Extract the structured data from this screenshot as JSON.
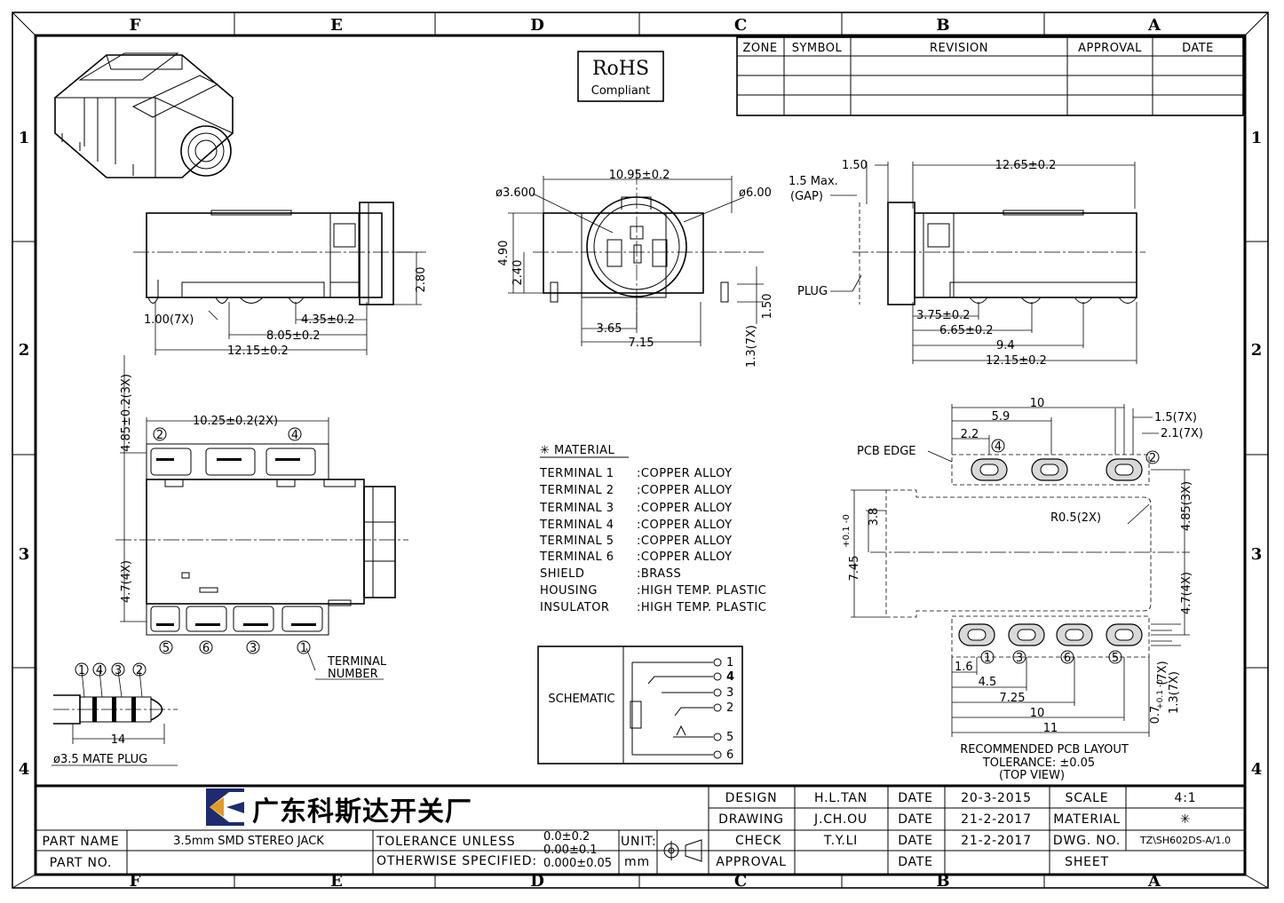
{
  "zones": {
    "columns": [
      "F",
      "E",
      "D",
      "C",
      "B",
      "A"
    ],
    "rows": [
      "1",
      "2",
      "3",
      "4"
    ]
  },
  "revision_table": {
    "headers": [
      "ZONE",
      "SYMBOL",
      "REVISION",
      "APPROVAL",
      "DATE"
    ]
  },
  "rohs": {
    "line1": "RoHS",
    "line2": "Compliant"
  },
  "dimensions": {
    "side": {
      "d280": "2.80",
      "d100": "1.00(7X)",
      "d435": "4.35±0.2",
      "d805": "8.05±0.2",
      "d1215": "12.15±0.2"
    },
    "front": {
      "d1095": "10.95±0.2",
      "d3600": "ø3.600",
      "d600": "ø6.00",
      "d490": "4.90",
      "d240": "2.40",
      "d150": "1.50",
      "d365": "3.65",
      "d715": "7.15",
      "d13": "1.3(7X)"
    },
    "right": {
      "d150": "1.50",
      "d1265": "12.65±0.2",
      "gap1": "1.5 Max.",
      "gap2": "(GAP)",
      "plug": "PLUG",
      "d375": "3.75±0.2",
      "d665": "6.65±0.2",
      "d94": "9.4",
      "d1215": "12.15±0.2"
    },
    "top": {
      "d1025": "10.25±0.2(2X)",
      "d485": "4.85±0.2(3X)",
      "d47": "4.7(4X)",
      "terminal1": "TERMINAL",
      "terminal2": "NUMBER"
    },
    "plug": {
      "d14": "14",
      "caption": "ø3.5 MATE PLUG"
    },
    "pcb": {
      "d10": "10",
      "d59": "5.9",
      "d22": "2.2",
      "d15": "1.5(7X)",
      "d21": "2.1(7X)",
      "edge": "PCB EDGE",
      "r05": "R0.5(2X)",
      "d745": "7.45",
      "d745tol": "+0.1 -0",
      "d38": "3.8",
      "d485": "4.85(3X)",
      "d47": "4.7(4X)",
      "d16": "1.6",
      "d45": "4.5",
      "d725": "7.25",
      "d10b": "10",
      "d11": "11",
      "d07": "0.7",
      "d07tol": "+0.1 -0",
      "d07x": "(7X)",
      "d13": "1.3(7X)",
      "title": "RECOMMENDED PCB LAYOUT",
      "tol": "TOLERANCE: ±0.05",
      "view": "(TOP VIEW)"
    }
  },
  "circled_numbers": [
    "1",
    "2",
    "3",
    "4",
    "5",
    "6"
  ],
  "material": {
    "title": "✳ MATERIAL",
    "rows": [
      {
        "part": "TERMINAL  1",
        "value": ":COPPER  ALLOY"
      },
      {
        "part": "TERMINAL  2",
        "value": ":COPPER  ALLOY"
      },
      {
        "part": "TERMINAL  3",
        "value": ":COPPER  ALLOY"
      },
      {
        "part": "TERMINAL  4",
        "value": ":COPPER  ALLOY"
      },
      {
        "part": "TERMINAL  5",
        "value": ":COPPER  ALLOY"
      },
      {
        "part": "TERMINAL  6",
        "value": ":COPPER  ALLOY"
      },
      {
        "part": "SHIELD",
        "value": ":BRASS"
      },
      {
        "part": "HOUSING",
        "value": ":HIGH  TEMP.  PLASTIC"
      },
      {
        "part": "INSULATOR",
        "value": ":HIGH  TEMP.  PLASTIC"
      }
    ]
  },
  "schematic": {
    "label": "SCHEMATIC",
    "pins": [
      "1",
      "4",
      "3",
      "2",
      "5",
      "6"
    ]
  },
  "title_block": {
    "company": "广东科斯达开关厂",
    "part_name_label": "PART NAME",
    "part_name_value": "3.5mm  SMD  STEREO  JACK",
    "part_no_label": "PART NO.",
    "tolerance1": "TOLERANCE  UNLESS",
    "tolerance2": "OTHERWISE  SPECIFIED:",
    "tol_a": "0.0±0.2",
    "tol_b": "0.00±0.1",
    "tol_c": "0.000±0.05",
    "unit_label": "UNIT:",
    "unit_value": "mm",
    "design_label": "DESIGN",
    "design_value": "H.L.TAN",
    "drawing_label": "DRAWING",
    "drawing_value": "J.CH.OU",
    "check_label": "CHECK",
    "check_value": "T.Y.LI",
    "approval_label": "APPROVAL",
    "date_label": "DATE",
    "date1": "20-3-2015",
    "date2": "21-2-2017",
    "date3": "21-2-2017",
    "scale_label": "SCALE",
    "scale_value": "4:1",
    "material_label": "MATERIAL",
    "material_value": "✳",
    "dwg_label": "DWG.  NO.",
    "dwg_value": "TZ\\SH602DS-A/1.0",
    "sheet_label": "SHEET"
  }
}
